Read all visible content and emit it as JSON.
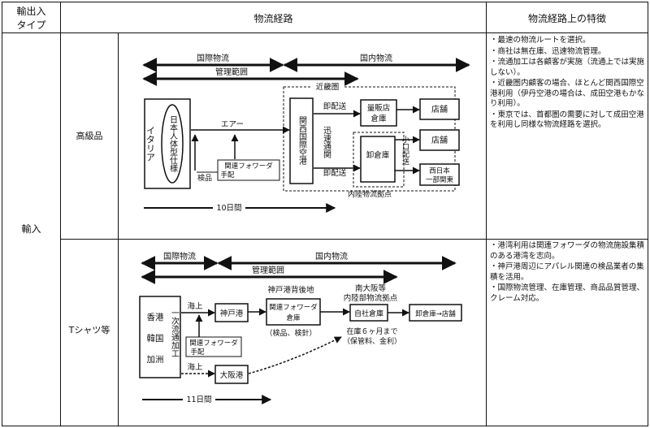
{
  "header": {
    "type_col_line1": "輸出入",
    "type_col_line2": "タイプ",
    "route_col": "物流経路",
    "features_col": "物流経路上の特徴"
  },
  "left_label": "輸入",
  "rows": [
    {
      "category": "高級品",
      "diagram": {
        "intl_logistics": "国際物流",
        "domestic_logistics": "国内物流",
        "management_scope": "管理範囲",
        "kinki_area": "近畿圏",
        "origin": "イタリア",
        "spec_box": "日本人体型仕様",
        "air": "エアー",
        "inspection": "検品",
        "forwarder_line1": "関連フォワーダ",
        "forwarder_line2": "手配",
        "airport": "関西国際空港",
        "express_clearance": "迅速通関",
        "direct_delivery_top": "即配送",
        "direct_delivery_bottom": "即配送",
        "mass_warehouse_line1": "量販店",
        "mass_warehouse_line2": "倉庫",
        "store1": "店舗",
        "store2": "店舗",
        "wholesale_warehouse": "卸倉庫",
        "small_lot_delivery": "小口配送",
        "west_japan_line1": "西日本",
        "west_japan_line2": "一部関東",
        "inland_base": "内陸物流拠点",
        "lead_time": "10日間"
      },
      "features": [
        "・最速の物流ルートを選択。",
        "・商社は無在庫、迅速物流管理。",
        "・流通加工は各顧客が実施（流通上では実施しない）。",
        "・近畿圏内顧客の場合、ほとんど関西国際空港利用（伊丹空港の場合は、成田空港もかなり利用）。",
        "・東京では、首都圏の需要に対して成田空港を利用し同様な物流経路を選択。"
      ]
    },
    {
      "category": "Tシャツ等",
      "diagram": {
        "intl_logistics": "国際物流",
        "domestic_logistics": "国内物流",
        "management_scope": "管理範囲",
        "origins": [
          "香港",
          "韓国",
          "加洲"
        ],
        "primary_processing": "一次流通加工",
        "sea_top": "海上",
        "sea_bottom": "海上",
        "kobe_port": "神戸港",
        "osaka_port": "大阪港",
        "forwarder_arrange_line1": "関連フォワーダ",
        "forwarder_arrange_line2": "手配",
        "kobe_hinterland": "神戸港背後地",
        "forwarder_wh_line1": "関連フォワーダ",
        "forwarder_wh_line2": "倉庫",
        "inspection_needle": "（検品、検針）",
        "south_osaka_line1": "南大阪等",
        "south_osaka_line2": "内陸部物流拠点",
        "own_warehouse": "自社倉庫",
        "stock_line1": "在庫６ヶ月まで",
        "stock_line2": "（保管料、金利）",
        "wholesale_to_store": "卸倉庫→店舗",
        "lead_time": "11日間"
      },
      "features": [
        "・港湾利用は関連フォワーダの物流施設集積のある港湾を志向。",
        "・神戸港周辺にアパレル関連の検品業者の集積を活用。",
        "・国際物流管理、在庫管理、商品品質管理、クレーム対応。"
      ]
    }
  ]
}
